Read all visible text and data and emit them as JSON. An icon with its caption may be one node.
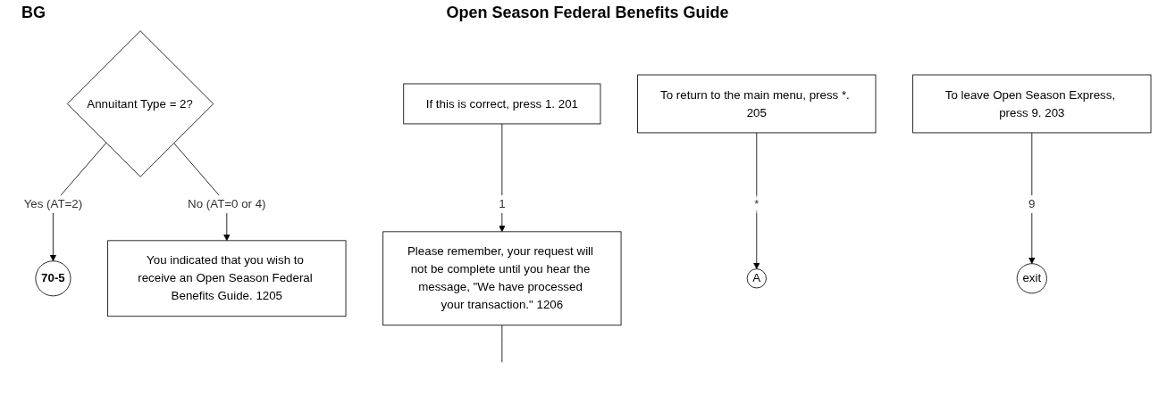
{
  "diagram": {
    "title": "Open Season Federal Benefits Guide",
    "nodes": [
      {
        "text": [
          "Annuitant Type = 2?"
        ]
      },
      {
        "text": [
          "70-5"
        ]
      },
      {
        "text": [
          "You indicated that you wish to receive an Open Season Federal Benefits Guide. 1205"
        ]
      },
      {
        "text": [
          "If this is correct, press 1. 201"
        ]
      },
      {
        "text": [
          "Please remember, your request will not be complete until you hear the message, \"We have processed your transaction.\" 1206"
        ]
      },
      {
        "text": [
          "To return to the main menu, press *. 205"
        ]
      },
      {
        "text": [
          "A"
        ]
      },
      {
        "text": [
          "To leave Open Season Express, press 9. 203"
        ]
      },
      {
        "text": [
          "exit"
        ]
      }
    ],
    "edges": [
      {
        "from": 0,
        "to": 1,
        "arrow": "to",
        "label": "Yes (AT=2)"
      },
      {
        "from": 0,
        "to": 2,
        "arrow": "to",
        "label": "No (AT=0 or 4)"
      },
      {
        "from": 3,
        "to": 4,
        "arrow": "to",
        "label": "1"
      },
      {
        "from": 4,
        "to": null,
        "arrow": "none"
      },
      {
        "from": 5,
        "to": 6,
        "arrow": "to",
        "label": "*"
      },
      {
        "from": 7,
        "to": 8,
        "arrow": "to",
        "label": "9"
      }
    ],
    "labels": [
      "BG"
    ]
  }
}
